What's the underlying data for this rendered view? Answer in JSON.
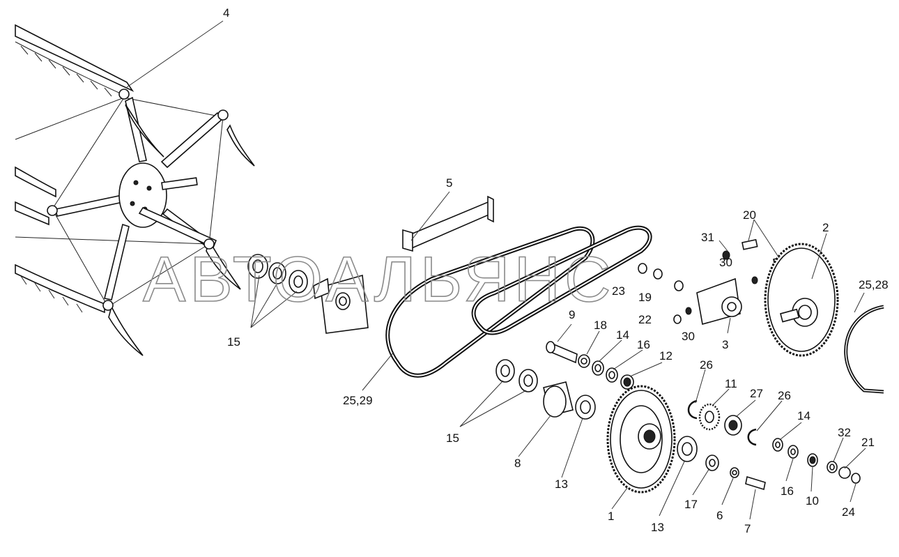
{
  "watermark": "АВТОАЛЬЯНС",
  "labels": {
    "l1": "1",
    "l2": "2",
    "l3": "3",
    "l4": "4",
    "l5": "5",
    "l6": "6",
    "l7": "7",
    "l8": "8",
    "l9": "9",
    "l10": "10",
    "l11": "11",
    "l12": "12",
    "l13a": "13",
    "l13b": "13",
    "l14a": "14",
    "l14b": "14",
    "l15a": "15",
    "l15b": "15",
    "l16a": "16",
    "l16b": "16",
    "l17": "17",
    "l18": "18",
    "l19": "19",
    "l20": "20",
    "l21": "21",
    "l22": "22",
    "l23": "23",
    "l24": "24",
    "l25_28": "25,28",
    "l25_29": "25,29",
    "l26a": "26",
    "l26b": "26",
    "l27": "27",
    "l30a": "30",
    "l30b": "30",
    "l31": "31",
    "l32": "32"
  }
}
